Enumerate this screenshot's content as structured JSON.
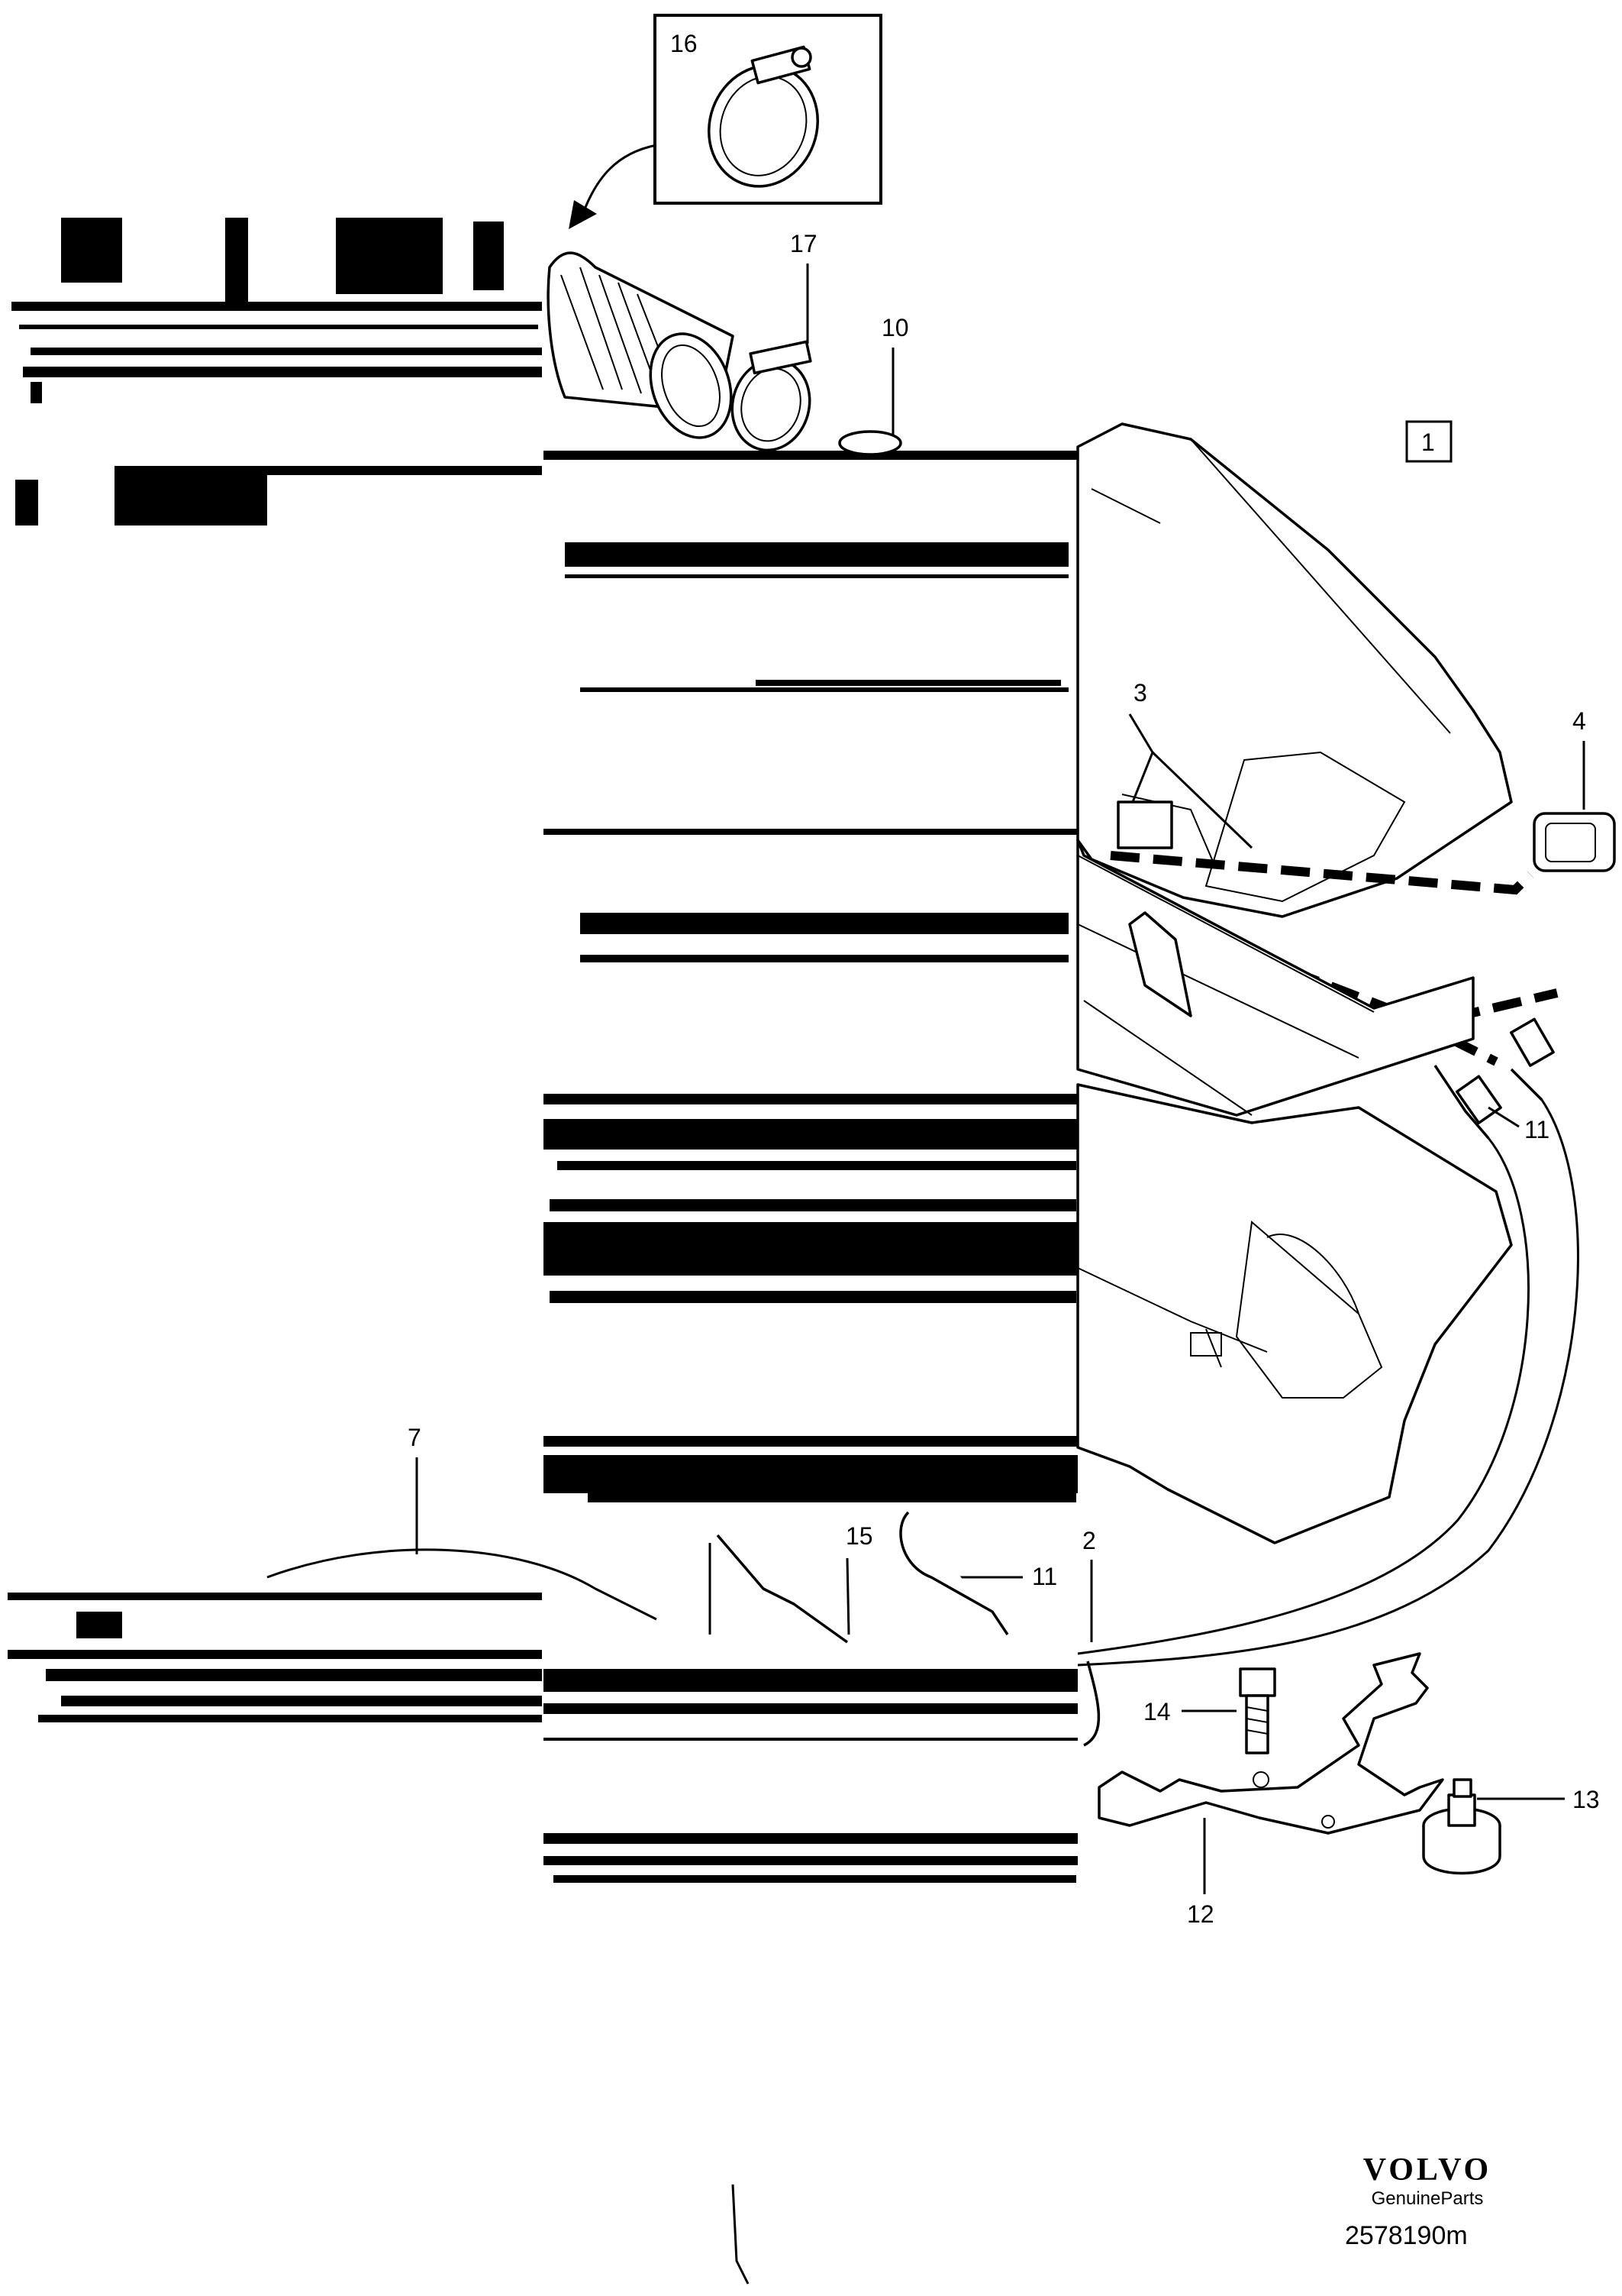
{
  "callouts": {
    "c1": "1",
    "c2": "2",
    "c3": "3",
    "c4": "4",
    "c7": "7",
    "c10": "10",
    "c11a": "11",
    "c11b": "11",
    "c12": "12",
    "c13": "13",
    "c14": "14",
    "c15": "15",
    "c16": "16",
    "c17": "17"
  },
  "brand": {
    "logo": "VOLVO",
    "subtitle": "GenuineParts"
  },
  "reference_number": "2578190m"
}
